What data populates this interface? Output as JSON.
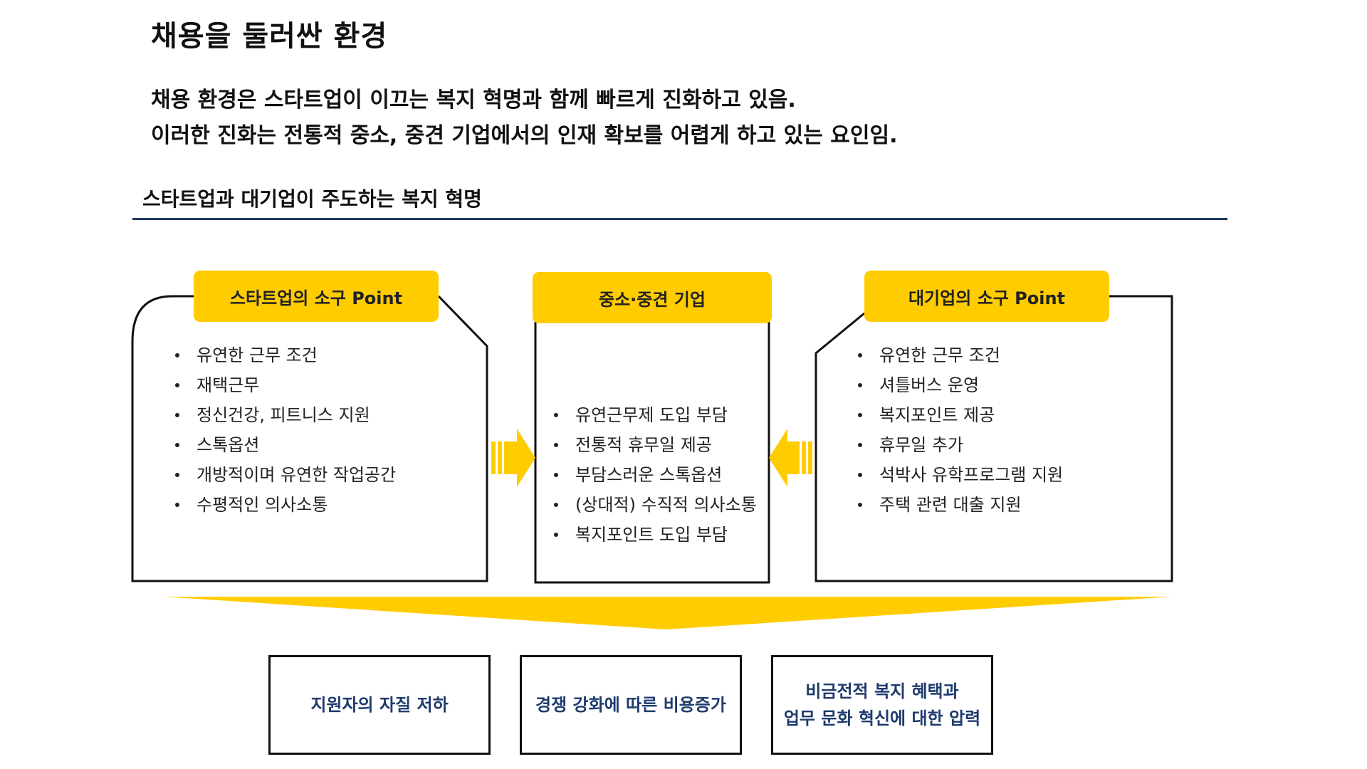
{
  "page_title": "채용을 둘러싼 환경",
  "summary": {
    "line1": "채용 환경은 스타트업이 이끄는 복지 혁명과 함께 빠르게 진화하고 있음.",
    "line2": "이러한 진화는 전통적 중소, 중견 기업에서의 인재 확보를 어렵게 하고 있는 요인임."
  },
  "section_heading": "스타트업과 대기업이 주도하는 복지 혁명",
  "colors": {
    "accent_yellow": "#ffcc00",
    "rule_navy": "#1f3864",
    "result_text_navy": "#1f3b6e",
    "border_black": "#111111"
  },
  "startup_panel": {
    "tab_label": "스타트업의 소구 Point",
    "items": [
      "유연한 근무 조건",
      "재택근무",
      "정신건강, 피트니스 지원",
      "스톡옵션",
      "개방적이며 유연한 작업공간",
      "수평적인 의사소통"
    ]
  },
  "sme_panel": {
    "tab_label": "중소·중견 기업",
    "items": [
      "유연근무제 도입 부담",
      "전통적 휴무일 제공",
      "부담스러운 스톡옵션",
      "(상대적) 수직적 의사소통",
      "복지포인트 도입 부담"
    ]
  },
  "enterprise_panel": {
    "tab_label": "대기업의 소구 Point",
    "items": [
      "유연한 근무 조건",
      "셔틀버스 운영",
      "복지포인트 제공",
      "휴무일 추가",
      "석박사 유학프로그램 지원",
      "주택 관련 대출 지원"
    ]
  },
  "icons": {
    "left_arrow": "arrow-right-icon",
    "right_arrow": "arrow-left-icon",
    "funnel": "funnel-down-icon"
  },
  "results": [
    {
      "line1": "지원자의 자질 저하"
    },
    {
      "line1": "경쟁 강화에 따른 비용증가"
    },
    {
      "line1": "비금전적 복지 혜택과",
      "line2": "업무 문화 혁신에 대한 압력"
    }
  ]
}
